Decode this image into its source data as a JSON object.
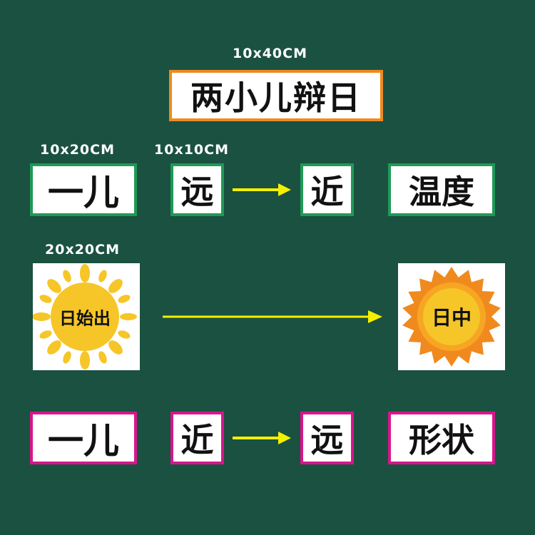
{
  "title": {
    "size_label": "10x40CM",
    "text": "两小儿辩日"
  },
  "labels": {
    "size_10x20": "10x20CM",
    "size_10x10": "10x10CM",
    "size_20x20": "20x20CM"
  },
  "row1": {
    "speaker": "一儿",
    "from": "远",
    "to": "近",
    "basis": "温度"
  },
  "suns": {
    "morning": "日始出",
    "noon": "日中"
  },
  "row2": {
    "speaker": "一儿",
    "from": "近",
    "to": "远",
    "basis": "形状"
  },
  "colors": {
    "board": "#1b5140",
    "green_border": "#1f9a55",
    "pink_border": "#d6168c",
    "orange_border": "#ef8a1f",
    "arrow": "#f5f000",
    "sun_yellow": "#f6c628",
    "sun_orange": "#f08a1e"
  }
}
